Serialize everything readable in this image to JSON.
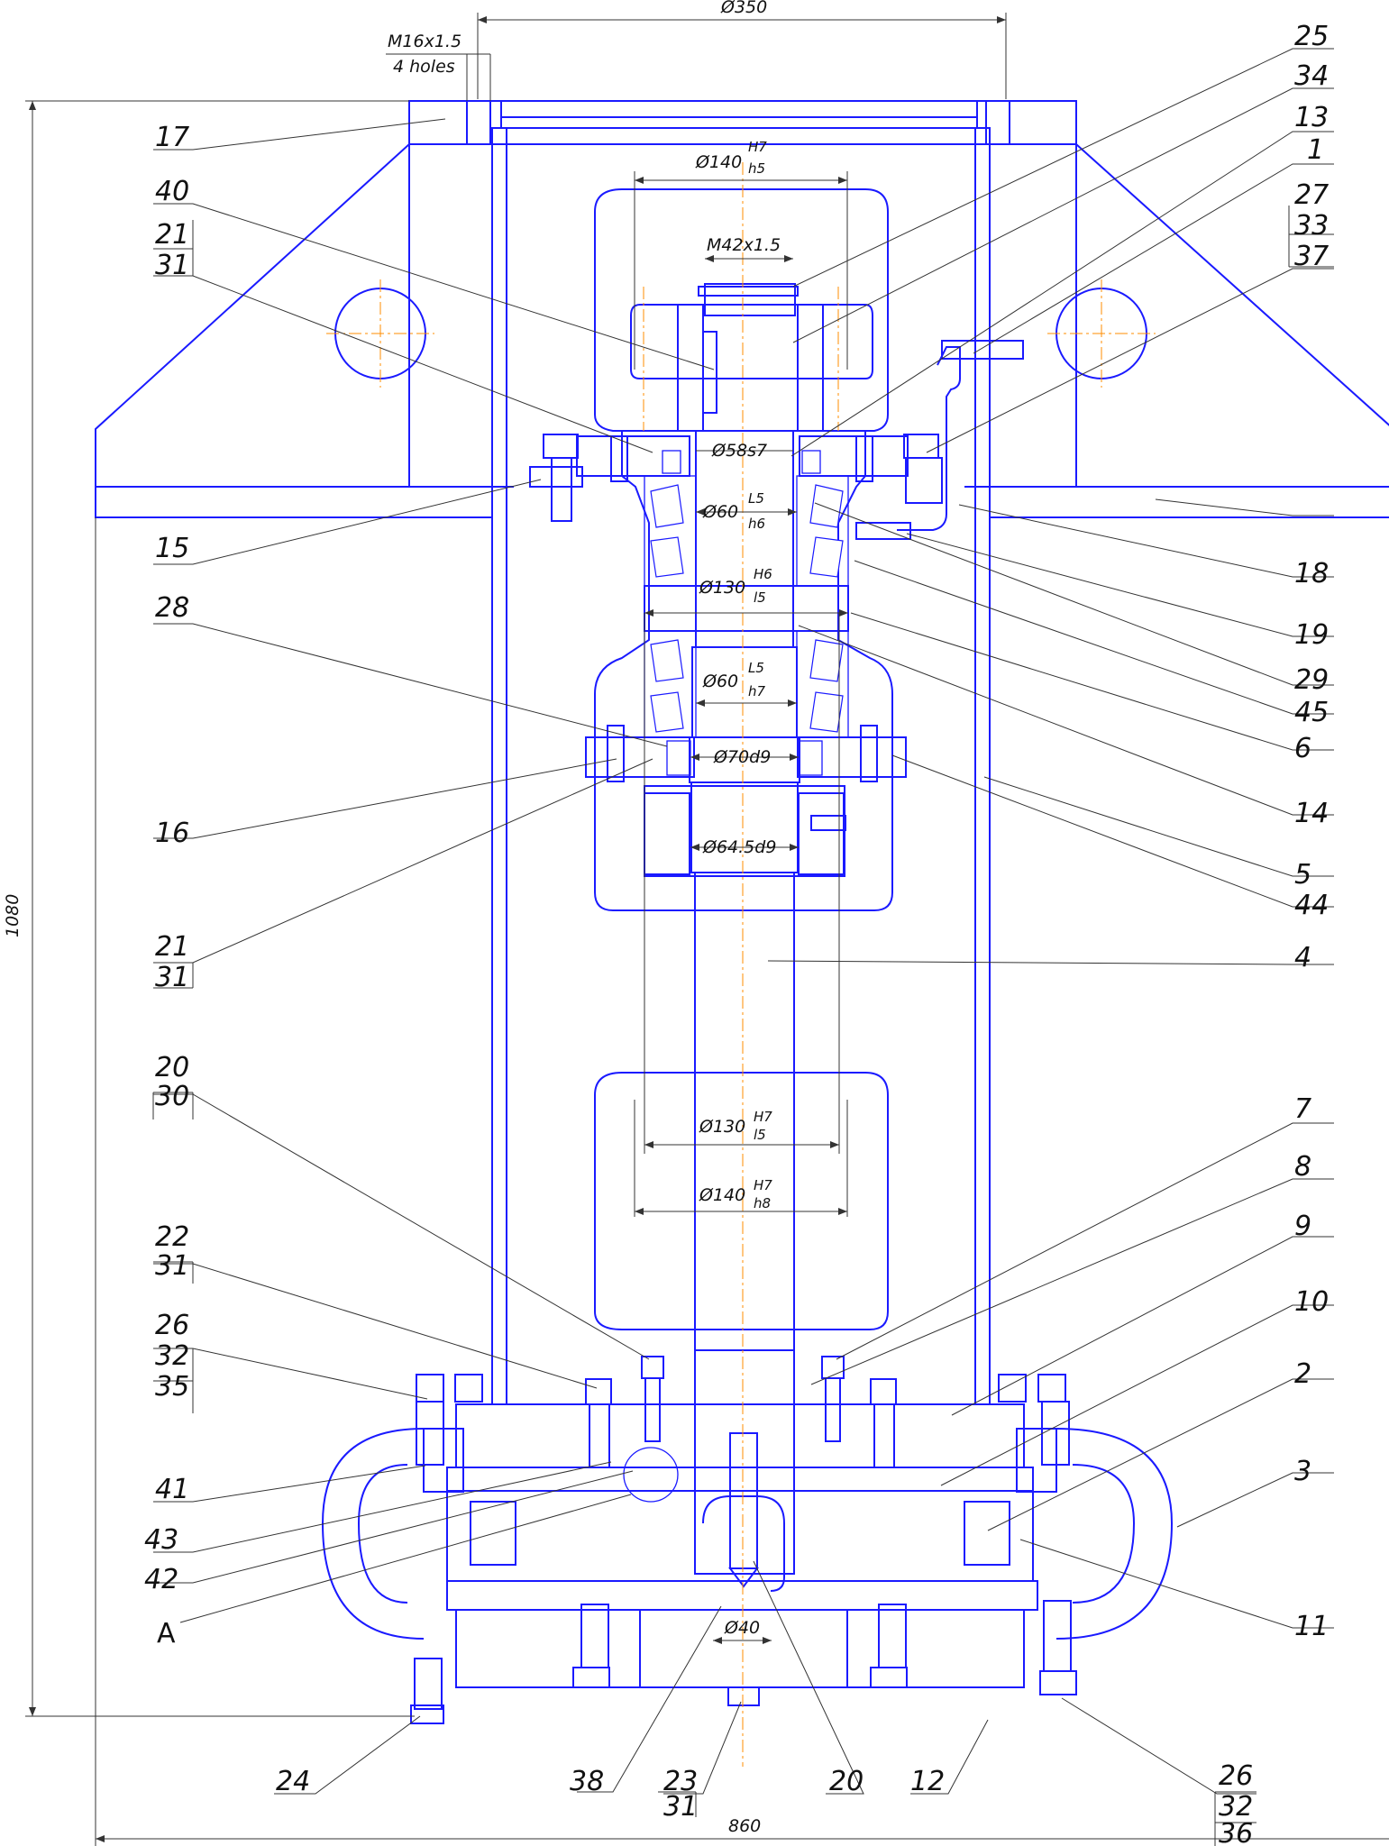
{
  "colors": {
    "outline": "#1a1aff",
    "leader": "#333333",
    "centerline": "#ff8c00"
  },
  "dimensions": {
    "top_diameter": "Ø350",
    "thread_spec": "M16x1.5",
    "thread_holes": "4 holes",
    "overall_height": "1080",
    "overall_width": "860",
    "d140_upper": {
      "prefix": "Ø140",
      "upper": "H7",
      "lower": "h5"
    },
    "nut_thread": "M42x1.5",
    "d58": "Ø58s7",
    "d60_upper": {
      "prefix": "Ø60",
      "upper": "L5",
      "lower": "h6"
    },
    "d130_upper": {
      "prefix": "Ø130",
      "upper": "H6",
      "lower": "l5"
    },
    "d60_lower": {
      "prefix": "Ø60",
      "upper": "L5",
      "lower": "h7"
    },
    "d70": "Ø70d9",
    "d64": "Ø64.5d9",
    "d130_lower": {
      "prefix": "Ø130",
      "upper": "H7",
      "lower": "l5"
    },
    "d140_lower": {
      "prefix": "Ø140",
      "upper": "H7",
      "lower": "h8"
    },
    "d40": "Ø40"
  },
  "callouts": {
    "c17": "17",
    "c40": "40",
    "c21a": "21",
    "c31a": "31",
    "c15": "15",
    "c28": "28",
    "c16": "16",
    "c21b": "21",
    "c31b": "31",
    "c20a": "20",
    "c30": "30",
    "c22": "22",
    "c31c": "31",
    "c26a": "26",
    "c32a": "32",
    "c35": "35",
    "c41": "41",
    "c43": "43",
    "c42": "42",
    "cA": "A",
    "c24": "24",
    "c38": "38",
    "c23": "23",
    "c31d": "31",
    "c20b": "20",
    "c12": "12",
    "c26b": "26",
    "c32b": "32",
    "c36": "36",
    "c25": "25",
    "c34": "34",
    "c13": "13",
    "c1": "1",
    "c27": "27",
    "c33": "33",
    "c37": "37",
    "c18": "18",
    "c19": "19",
    "c29": "29",
    "c45": "45",
    "c6": "6",
    "c14": "14",
    "c5": "5",
    "c44": "44",
    "c4": "4",
    "c7": "7",
    "c8": "8",
    "c9": "9",
    "c10": "10",
    "c2": "2",
    "c3": "3",
    "c11": "11"
  }
}
